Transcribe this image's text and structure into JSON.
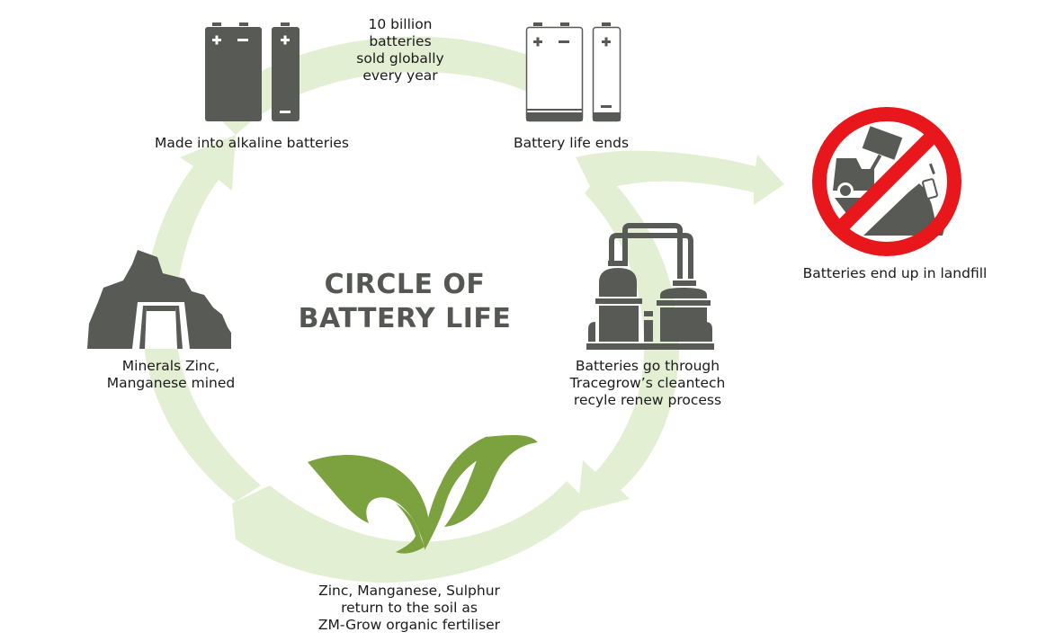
{
  "diagram": {
    "title_line1": "CIRCLE OF",
    "title_line2": "BATTERY LIFE",
    "colors": {
      "icon_gray": "#575a55",
      "arrow_green": "#e3efd3",
      "leaf_green": "#7ba23f",
      "prohibition_red": "#e8171c"
    },
    "stages": [
      {
        "id": "alkaline",
        "icon": "batteries-full-icon",
        "lines": [
          "Made into alkaline batteries"
        ]
      },
      {
        "id": "stat",
        "icon": "none",
        "lines": [
          "10 billion",
          "batteries",
          "sold globally",
          "every year"
        ]
      },
      {
        "id": "life-ends",
        "icon": "batteries-empty-icon",
        "lines": [
          "Battery life ends"
        ]
      },
      {
        "id": "landfill",
        "icon": "no-landfill-icon",
        "lines": [
          "Batteries end up in landfill"
        ]
      },
      {
        "id": "recycle",
        "icon": "recycling-plant-icon",
        "lines": [
          "Batteries go through",
          "Tracegrow’s cleantech",
          "recyle renew process"
        ]
      },
      {
        "id": "fertiliser",
        "icon": "leaf-sprout-icon",
        "lines": [
          "Zinc, Manganese, Sulphur",
          "return to the soil as",
          "ZM-Grow organic fertiliser"
        ]
      },
      {
        "id": "mined",
        "icon": "mine-icon",
        "lines": [
          "Minerals Zinc,",
          "Manganese mined"
        ]
      }
    ]
  }
}
